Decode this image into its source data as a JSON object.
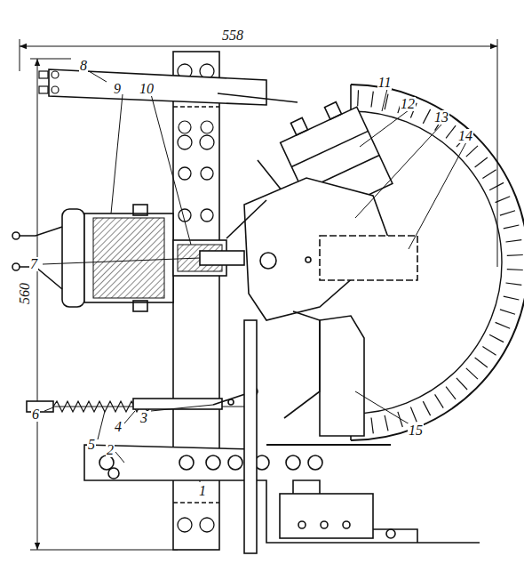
{
  "diagram": {
    "labels": [
      "558",
      "560",
      "1",
      "2",
      "3",
      "4",
      "5",
      "6",
      "7",
      "8",
      "9",
      "10",
      "11",
      "12",
      "13",
      "14",
      "15"
    ]
  }
}
